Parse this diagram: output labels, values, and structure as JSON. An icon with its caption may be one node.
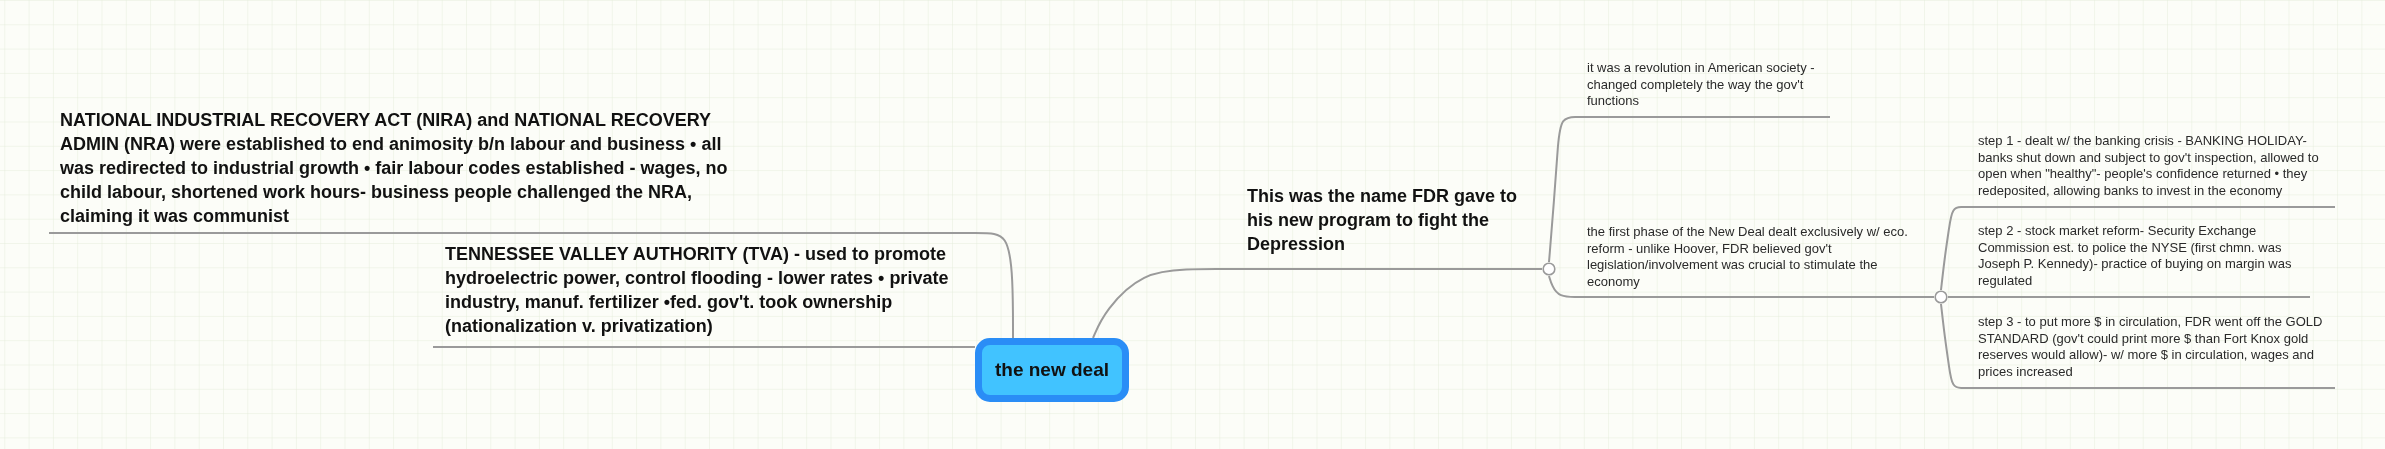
{
  "diagram": {
    "nodes": [
      {
        "text": [
          "the new deal"
        ]
      },
      {
        "text": [
          "NATIONAL INDUSTRIAL RECOVERY ACT (NIRA) and NATIONAL RECOVERY ADMIN (NRA) were established to end animosity b/n labour and business • all was redirected to industrial growth • fair labour codes established - wages, no child labour, shortened work hours- business people challenged the NRA, claiming it was communist"
        ]
      },
      {
        "text": [
          "TENNESSEE VALLEY AUTHORITY (TVA) - used to promote hydroelectric power, control flooding - lower rates • private industry, manuf. fertilizer •fed. gov't. took ownership (nationalization v. privatization)"
        ]
      },
      {
        "text": [
          "This was the name FDR gave to his new program to fight the Depression"
        ]
      },
      {
        "text": [],
        "shape": "circle"
      },
      {
        "text": [
          "it was a revolution in American society - changed completely the way the gov't functions"
        ]
      },
      {
        "text": [
          "the first phase of the New Deal dealt exclusively w/ eco. reform - unlike Hoover, FDR believed gov't legislation/involvement was crucial to stimulate the economy"
        ]
      },
      {
        "text": [],
        "shape": "circle"
      },
      {
        "text": [
          "step 1 - dealt w/ the banking crisis - BANKING HOLIDAY- banks shut down and subject to gov't inspection, allowed to open when \"healthy\"- people's confidence returned • they redeposited, allowing banks to invest in the economy"
        ]
      },
      {
        "text": [
          "step 2 - stock market reform- Security Exchange Commission est. to police the NYSE (first chmn. was Joseph P. Kennedy)- practice of buying on margin was regulated"
        ]
      },
      {
        "text": [
          "step 3 - to put more $ in circulation, FDR went off the GOLD STANDARD (gov't could print more $ than Fort Knox gold reserves would allow)- w/ more $ in circulation, wages and prices increased"
        ]
      }
    ],
    "edges": [
      {
        "from": 0,
        "to": 1,
        "arrow": "none"
      },
      {
        "from": 0,
        "to": 2,
        "arrow": "none"
      },
      {
        "from": 0,
        "to": 3,
        "arrow": "none"
      },
      {
        "from": 3,
        "to": 4,
        "arrow": "none"
      },
      {
        "from": 4,
        "to": 5,
        "arrow": "none"
      },
      {
        "from": 4,
        "to": 6,
        "arrow": "none"
      },
      {
        "from": 6,
        "to": 7,
        "arrow": "none"
      },
      {
        "from": 7,
        "to": 8,
        "arrow": "none"
      },
      {
        "from": 7,
        "to": 9,
        "arrow": "none"
      },
      {
        "from": 7,
        "to": 10,
        "arrow": "none"
      }
    ]
  }
}
